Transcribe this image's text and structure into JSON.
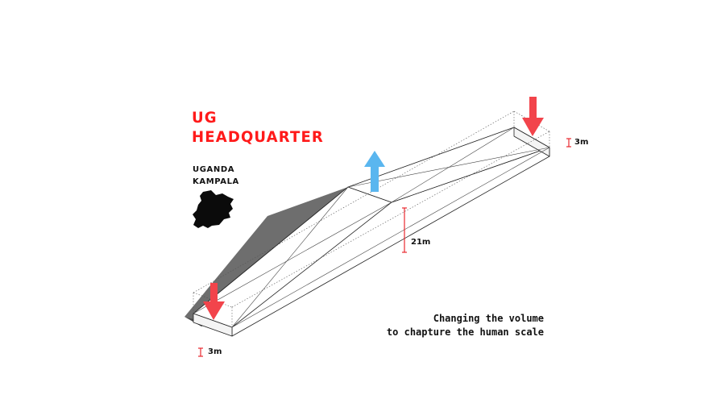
{
  "title": {
    "line1": "UG",
    "line2": "HEADQUARTER"
  },
  "location": {
    "country": "UGANDA",
    "city": "KAMPALA"
  },
  "dimensions": {
    "left_end": "3m",
    "right_end": "3m",
    "peak": "21m"
  },
  "caption": {
    "line1": "Changing the volume",
    "line2": "to chapture the human scale"
  },
  "colors": {
    "title": "#ff1a1a",
    "arrow_down": "#f2444b",
    "arrow_up": "#5ab6ef",
    "shadow": "#6e6e6e",
    "dimension_marker": "#e8282e"
  },
  "icons": {
    "map": "uganda-map-icon",
    "down_arrow": "arrow-down-icon",
    "up_arrow": "arrow-up-icon"
  }
}
